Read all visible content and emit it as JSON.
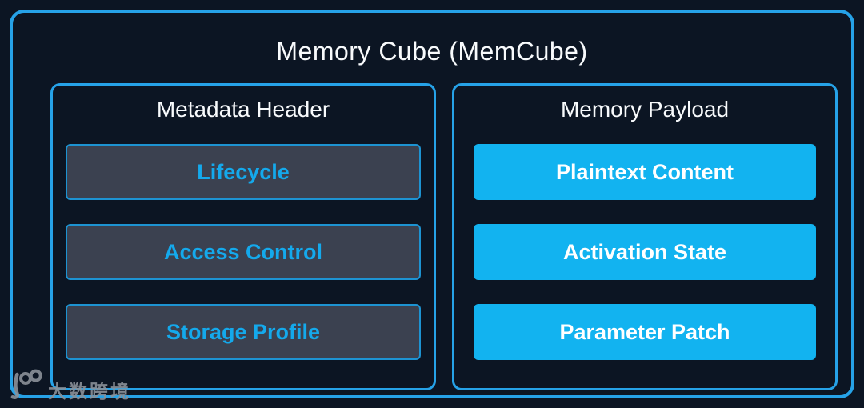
{
  "diagram": {
    "title": "Memory Cube (MemCube)",
    "panels": [
      {
        "title": "Metadata Header",
        "items": [
          "Lifecycle",
          "Access Control",
          "Storage Profile"
        ]
      },
      {
        "title": "Memory Payload",
        "items": [
          "Plaintext Content",
          "Activation State",
          "Parameter Patch"
        ]
      }
    ]
  },
  "watermark": {
    "logo": "100",
    "text": "大数跨境"
  },
  "colors": {
    "background": "#0c1523",
    "border_cyan": "#26a2e8",
    "payload_button": "#12b3f0",
    "metadata_box_bg": "#3b4150",
    "metadata_box_border": "#1d93d2",
    "cyan_text": "#14a9ec",
    "white_text": "#f8fafc",
    "watermark_gray": "#8b9199"
  }
}
